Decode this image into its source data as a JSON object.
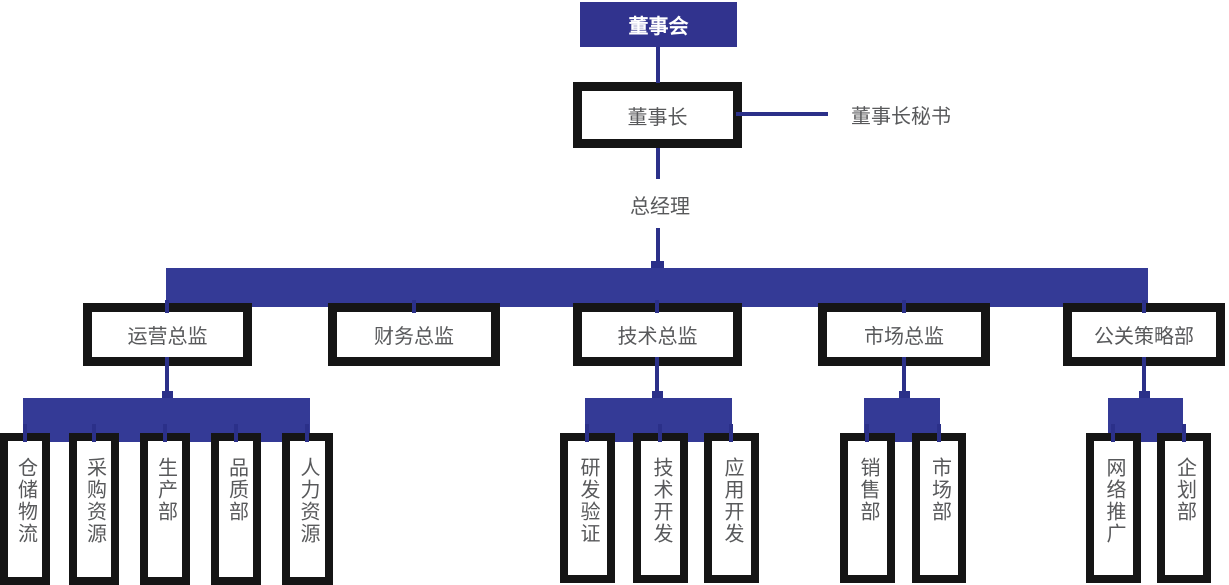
{
  "org": {
    "board": "董事会",
    "chairman": "董事长",
    "secretary": "董事长秘书",
    "general_manager": "总经理",
    "directors": [
      {
        "label": "运营总监",
        "children": [
          "仓储物流",
          "采购资源",
          "生产部",
          "品质部",
          "人力资源"
        ]
      },
      {
        "label": "财务总监",
        "children": []
      },
      {
        "label": "技术总监",
        "children": [
          "研发验证",
          "技术开发",
          "应用开发"
        ]
      },
      {
        "label": "市场总监",
        "children": [
          "销售部",
          "市场部"
        ]
      },
      {
        "label": "公关策略部",
        "children": [
          "网络推广",
          "企划部"
        ]
      }
    ]
  },
  "colors": {
    "primary_blue": "#31338E",
    "bar_blue": "#343A96",
    "line_blue": "#2B3089",
    "border_black": "#151515",
    "text_gray": "#58595B",
    "background": "#FFFFFF"
  }
}
